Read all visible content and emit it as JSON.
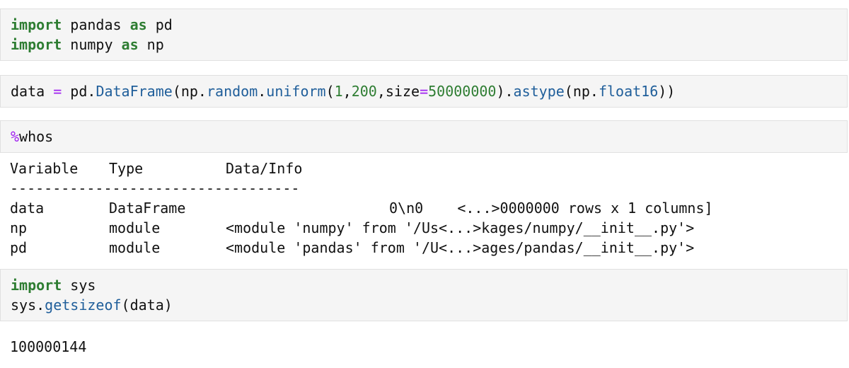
{
  "cells": {
    "cell1": {
      "line1": {
        "kw1": "import",
        "mod": " pandas ",
        "kw2": "as",
        "alias": " pd"
      },
      "line2": {
        "kw1": "import",
        "mod": " numpy ",
        "kw2": "as",
        "alias": " np"
      }
    },
    "cell2": {
      "t1": "data ",
      "op_eq": "=",
      "t2": " pd.",
      "f_dataframe": "DataFrame",
      "t3": "(np.",
      "f_random": "random",
      "t4": ".",
      "f_uniform": "uniform",
      "t5": "(",
      "n1": "1",
      "t6": ",",
      "n200": "200",
      "t7": ",size",
      "op_eq2": "=",
      "n50m": "50000000",
      "t8": ").",
      "f_astype": "astype",
      "t9": "(np.",
      "f_float16": "float16",
      "t10": "))"
    },
    "cell3": {
      "magic_pct": "%",
      "magic_cmd": "whos",
      "header": {
        "variable": "Variable",
        "type": "Type",
        "info": "Data/Info"
      },
      "separator": "----------------------------------",
      "rows": [
        {
          "variable": "data",
          "type": "DataFrame",
          "info": "0\\n0    <...>0000000 rows x 1 columns]"
        },
        {
          "variable": "np",
          "type": "module",
          "info": "<module 'numpy' from '/Us<...>kages/numpy/__init__.py'>"
        },
        {
          "variable": "pd",
          "type": "module",
          "info": "<module 'pandas' from '/U<...>ages/pandas/__init__.py'>"
        }
      ]
    },
    "cell4": {
      "line1": {
        "kw": "import",
        "rest": " sys"
      },
      "line2": {
        "t1": "sys.",
        "fn": "getsizeof",
        "t2": "(data)"
      }
    },
    "output4": "100000144"
  }
}
